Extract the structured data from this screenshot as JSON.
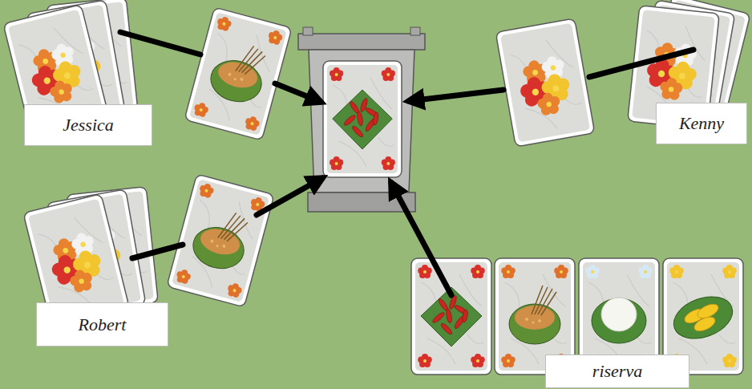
{
  "diagram": {
    "nodes": [
      {
        "text": [
          "Jessica"
        ]
      },
      {
        "text": [
          "Kenny"
        ]
      },
      {
        "text": [
          "Robert"
        ]
      },
      {
        "text": [
          "riserva"
        ]
      }
    ]
  }
}
